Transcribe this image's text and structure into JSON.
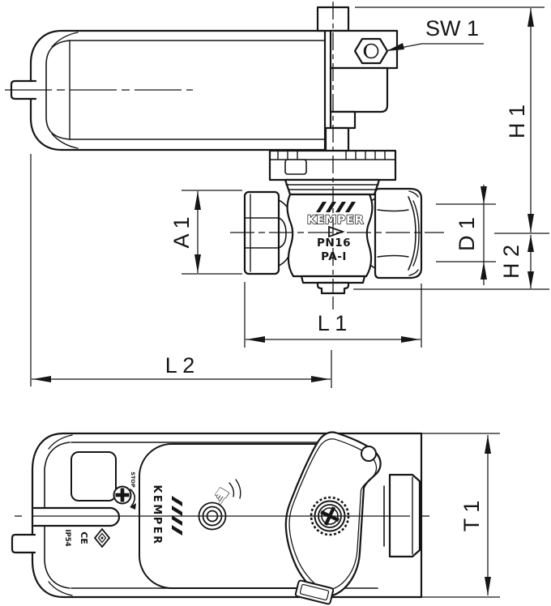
{
  "colors": {
    "background": "#ffffff",
    "line": "#161616"
  },
  "dimension_labels": {
    "sw1": "SW 1",
    "h1": "H 1",
    "h2": "H 2",
    "d1": "D 1",
    "a1": "A 1",
    "l1": "L 1",
    "l2": "L 2",
    "t1": "T 1"
  },
  "valve_markings": {
    "brand": "KEMPER",
    "pressure_rating": "PN16",
    "type_code": "PA-I"
  },
  "actuator_markings": {
    "brand": "KEMPER",
    "stop_label": "STOP",
    "ip_rating": "IP54",
    "ce_mark": "CE"
  }
}
